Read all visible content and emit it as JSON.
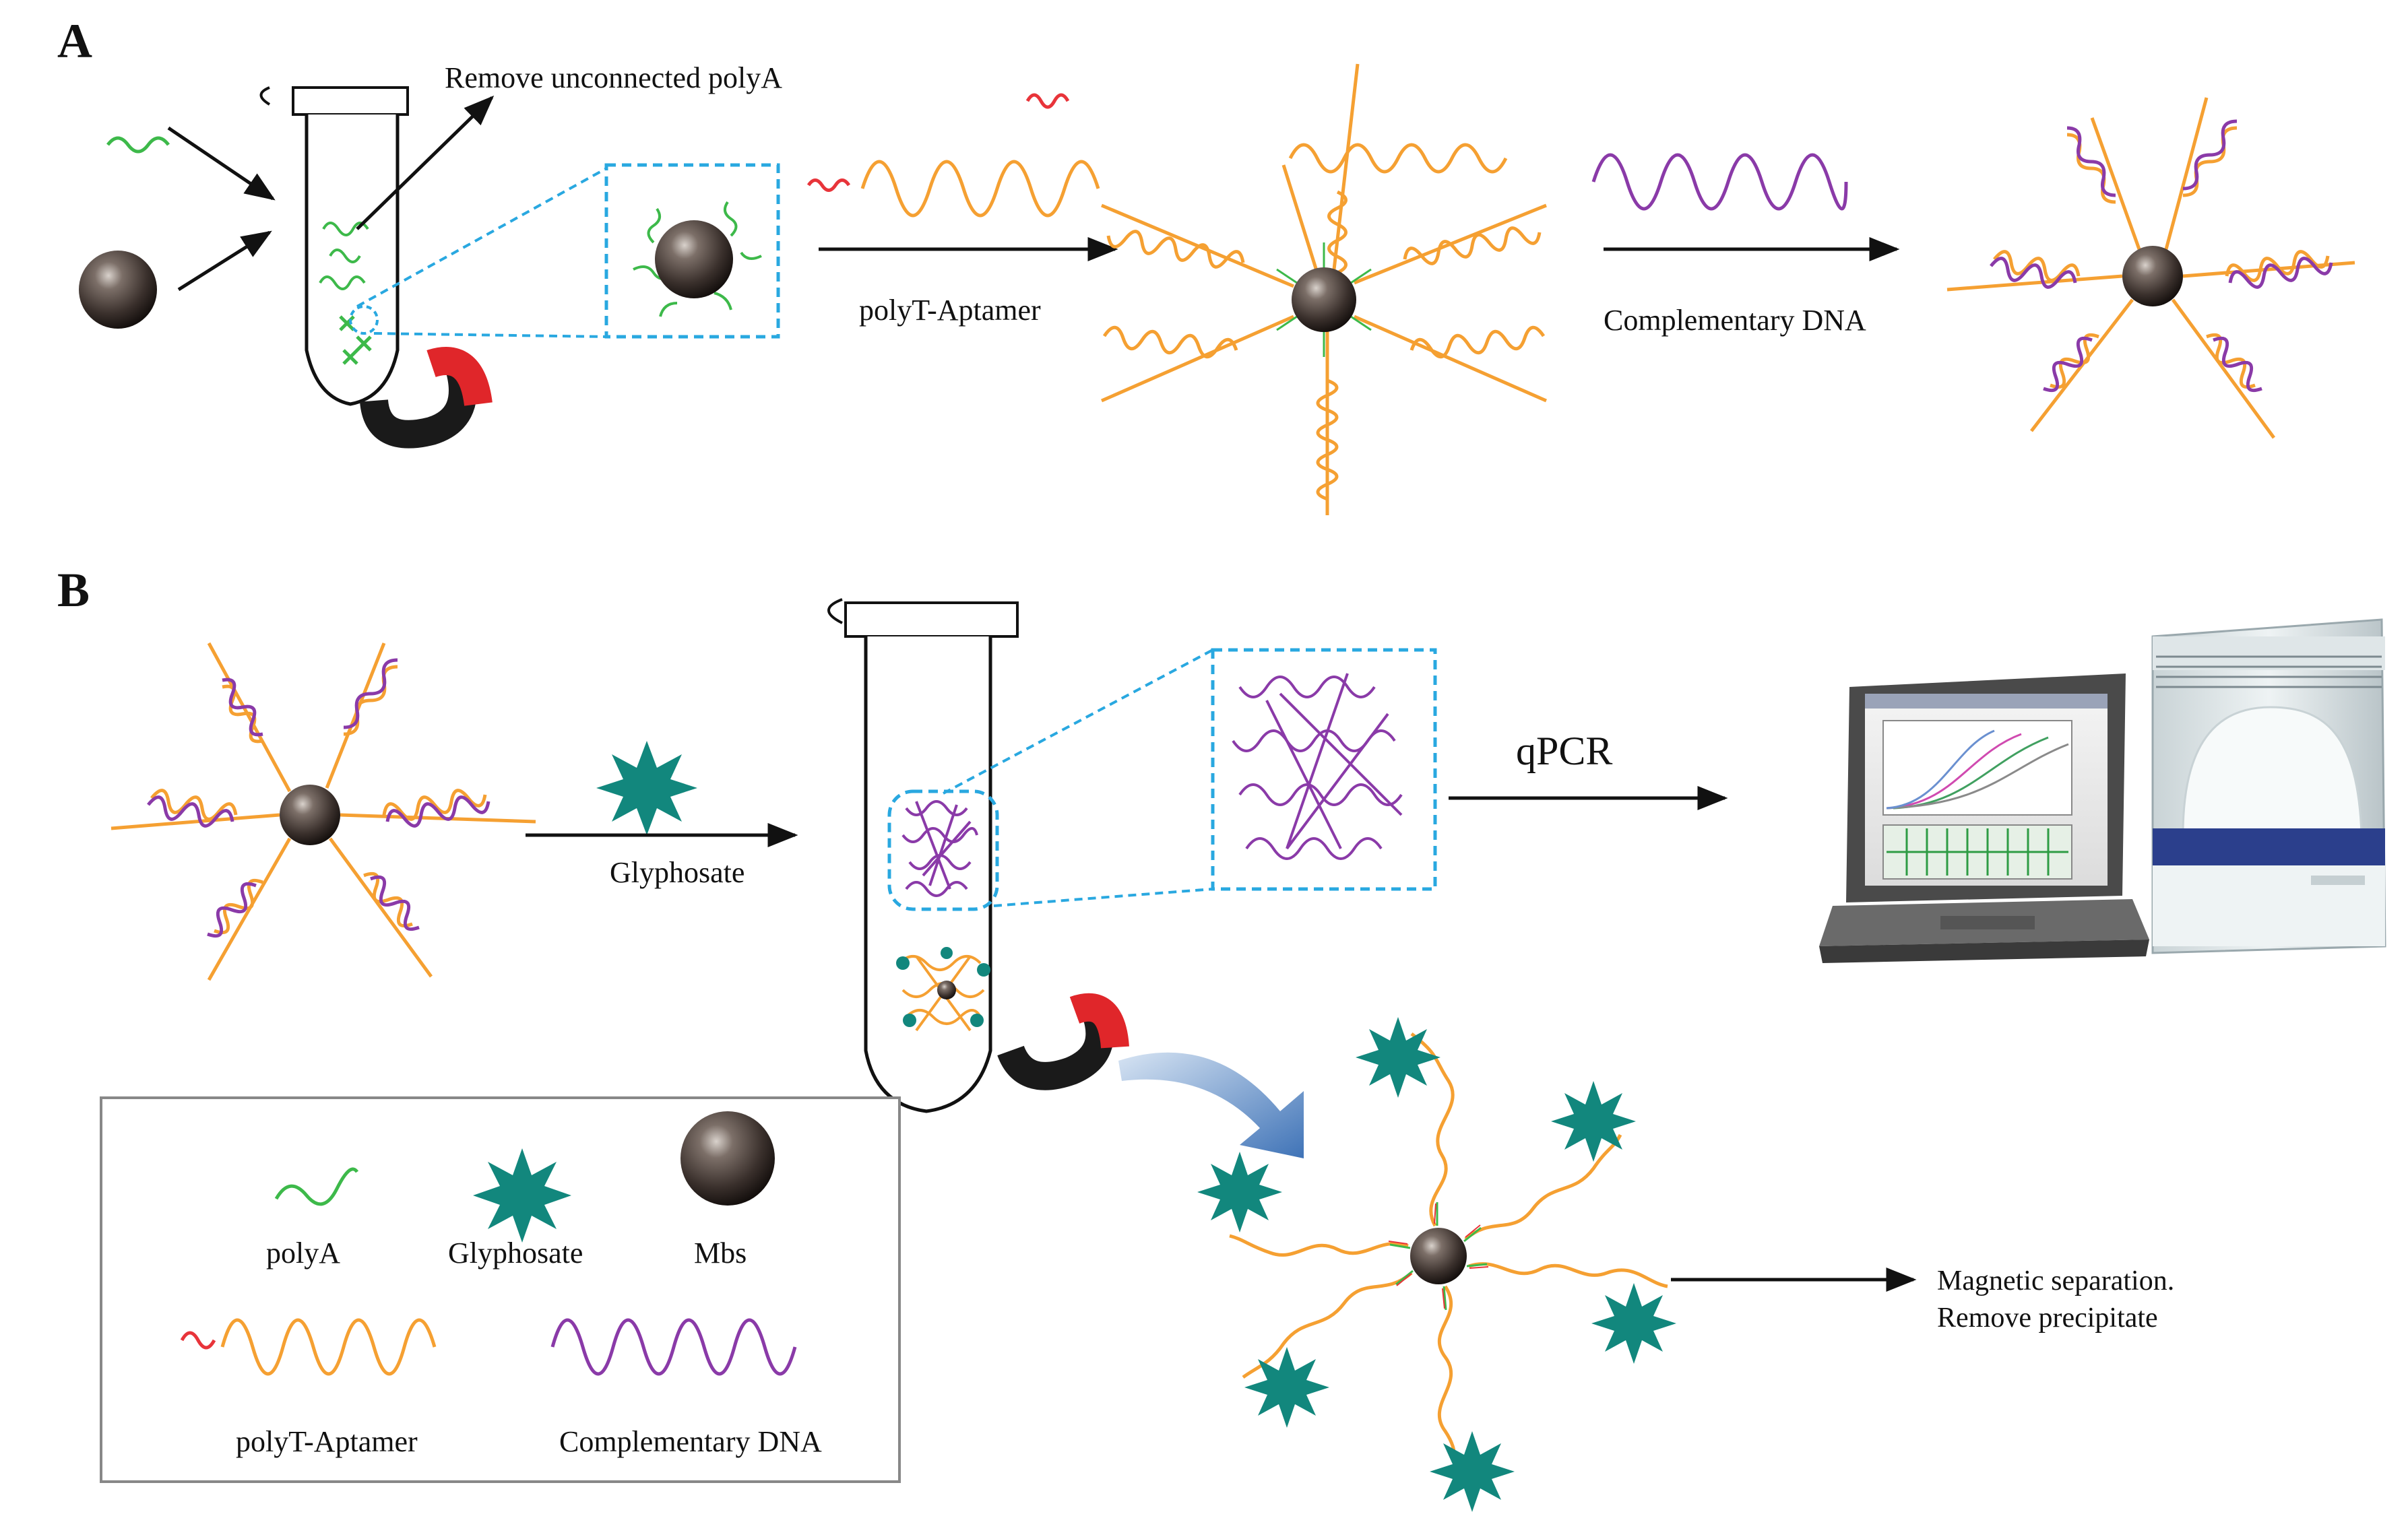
{
  "panels": {
    "a": {
      "letter": "A"
    },
    "b": {
      "letter": "B"
    }
  },
  "labels": {
    "remove_polya": "Remove unconnected polyA",
    "polyt_aptamer": "polyT-Aptamer",
    "complementary_dna": "Complementary DNA",
    "glyphosate": "Glyphosate",
    "qpcr": "qPCR",
    "magnetic_separation_1": "Magnetic separation.",
    "magnetic_separation_2": "Remove precipitate"
  },
  "legend": {
    "polya": "polyA",
    "glyphosate": "Glyphosate",
    "mbs": "Mbs",
    "polyt_aptamer": "polyT-Aptamer",
    "complementary_dna": "Complementary DNA"
  },
  "colors": {
    "polya": "#3db94a",
    "aptamer": "#f5a032",
    "aptamer_tail": "#e8343a",
    "complementary": "#8a3aa8",
    "glyphosate": "#12877d",
    "dashed_box": "#29a8e0",
    "magnet_red": "#e0262a",
    "magnet_black": "#1a1a1a",
    "bead": "#3a302c"
  }
}
